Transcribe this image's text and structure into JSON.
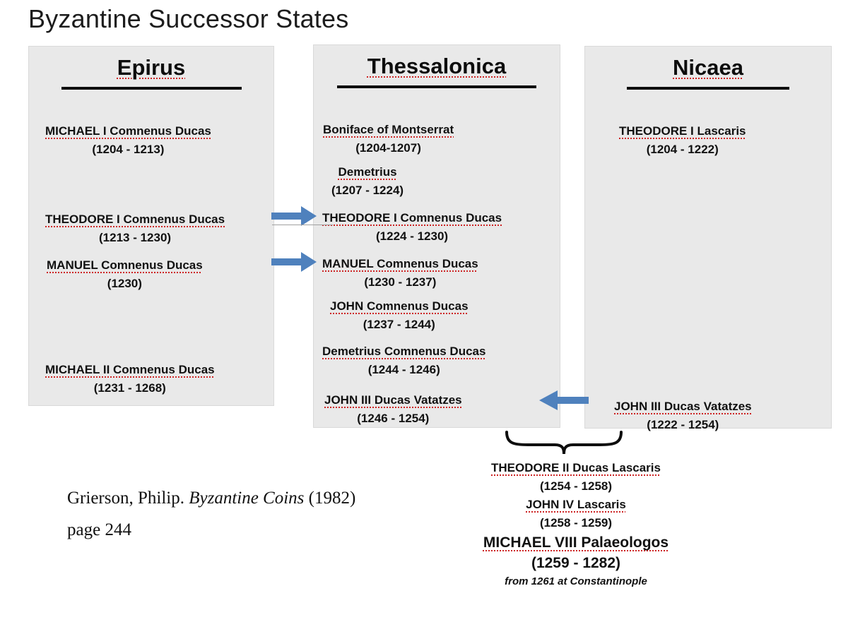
{
  "title": "Byzantine Successor States",
  "panels": {
    "epirus": {
      "header": "Epirus",
      "entries": [
        {
          "name": "MICHAEL I Comnenus Ducas",
          "dates": "(1204 - 1213)"
        },
        {
          "name": "THEODORE I Comnenus Ducas",
          "dates": "(1213 - 1230)"
        },
        {
          "name": "MANUEL Comnenus Ducas",
          "dates": "(1230)"
        },
        {
          "name": "MICHAEL II Comnenus Ducas",
          "dates": "(1231 - 1268)"
        }
      ]
    },
    "thessalonica": {
      "header": "Thessalonica",
      "entries": [
        {
          "name": "Boniface of Montserrat",
          "dates": "(1204-1207)"
        },
        {
          "name": "Demetrius",
          "dates": "(1207 - 1224)"
        },
        {
          "name": "THEODORE I Comnenus Ducas",
          "dates": "(1224 - 1230)"
        },
        {
          "name": "MANUEL Comnenus Ducas",
          "dates": "(1230 - 1237)"
        },
        {
          "name": "JOHN Comnenus Ducas",
          "dates": "(1237 - 1244)"
        },
        {
          "name": "Demetrius Comnenus Ducas",
          "dates": "(1244 - 1246)"
        },
        {
          "name": "JOHN III Ducas Vatatzes",
          "dates": "(1246 - 1254)"
        }
      ]
    },
    "nicaea": {
      "header": "Nicaea",
      "entries": [
        {
          "name": "THEODORE I Lascaris",
          "dates": "(1204 - 1222)"
        },
        {
          "name": "JOHN III Ducas Vatatzes",
          "dates": "(1222 - 1254)"
        }
      ]
    }
  },
  "successors": {
    "entries": [
      {
        "name": "THEODORE II Ducas Lascaris",
        "dates": "(1254 - 1258)"
      },
      {
        "name": "JOHN IV Lascaris",
        "dates": "(1258 - 1259)"
      },
      {
        "name": "MICHAEL VIII Palaeologos",
        "dates": "(1259 - 1282)"
      }
    ],
    "note": "from 1261 at Constantinople"
  },
  "citation": {
    "pre": "Grierson, Philip. ",
    "work": "Byzantine Coins",
    "post": " (1982)",
    "page": "page 244"
  },
  "colors": {
    "arrow": "#4f81bd",
    "panel_bg": "#e9e9e9",
    "squiggle": "#cc2222"
  }
}
